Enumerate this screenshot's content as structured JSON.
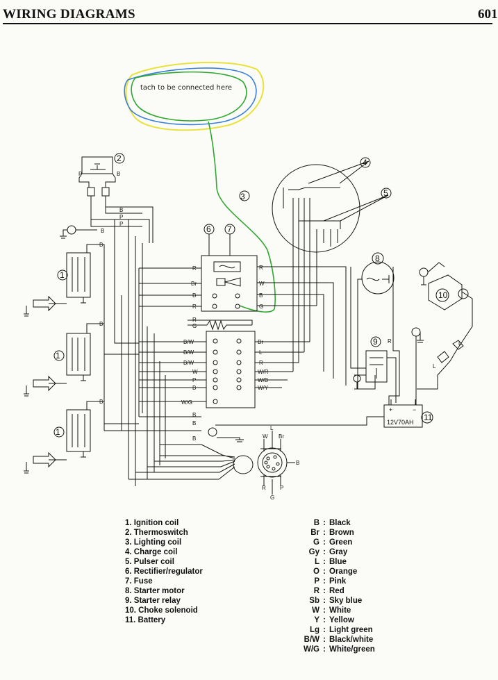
{
  "header": {
    "title": "WIRING DIAGRAMS",
    "page_number": "601"
  },
  "annotation": {
    "note": "tach to be connected here"
  },
  "diagram": {
    "callouts": [
      "1",
      "2",
      "3",
      "4",
      "5",
      "6",
      "7",
      "8",
      "9",
      "10",
      "11"
    ],
    "battery_label": "12V70AH",
    "battery_plus": "+",
    "battery_minus": "−",
    "wire_labels": {
      "rectifier_left": [
        "R",
        "Br",
        "B",
        "R"
      ],
      "rectifier_right": [
        "R",
        "W",
        "B",
        "G"
      ],
      "left_wires": [
        "R",
        "G"
      ],
      "connector_left": [
        "B/W",
        "B/W",
        "B/W",
        "W",
        "P",
        "B",
        "W/G"
      ],
      "connector_right": [
        "Br",
        "L",
        "R",
        "W/R",
        "W/B",
        "W/Y"
      ],
      "thermo": [
        "P",
        "B"
      ],
      "top_bus": [
        "B",
        "P",
        "P",
        "B"
      ],
      "coil_b": [
        "B",
        "B",
        "B"
      ],
      "relay": [
        "R"
      ],
      "plug_top": [
        "L",
        "W",
        "Br"
      ],
      "plug_side": [
        "B"
      ],
      "plug_bottom": [
        "R",
        "P",
        "G"
      ],
      "choke": [
        "L",
        "L"
      ],
      "lower_b": [
        "B",
        "B",
        "B"
      ]
    }
  },
  "legend": {
    "components": [
      "1. Ignition coil",
      "2. Thermoswitch",
      "3. Lighting coil",
      "4. Charge coil",
      "5. Pulser coil",
      "6. Rectifier/regulator",
      "7. Fuse",
      "8. Starter motor",
      "9. Starter relay",
      "10. Choke solenoid",
      "11. Battery"
    ],
    "colors": [
      {
        "code": "B",
        "name": "Black"
      },
      {
        "code": "Br",
        "name": "Brown"
      },
      {
        "code": "G",
        "name": "Green"
      },
      {
        "code": "Gy",
        "name": "Gray"
      },
      {
        "code": "L",
        "name": "Blue"
      },
      {
        "code": "O",
        "name": "Orange"
      },
      {
        "code": "P",
        "name": "Pink"
      },
      {
        "code": "R",
        "name": "Red"
      },
      {
        "code": "Sb",
        "name": "Sky blue"
      },
      {
        "code": "W",
        "name": "White"
      },
      {
        "code": "Y",
        "name": "Yellow"
      },
      {
        "code": "Lg",
        "name": "Light green"
      },
      {
        "code": "B/W",
        "name": "Black/white"
      },
      {
        "code": "W/G",
        "name": "White/green"
      }
    ]
  },
  "colors": {
    "ink": "#111111",
    "paper": "#fbfbf8",
    "yellow_marker": "#e8e23a",
    "blue_marker": "#3a7fd6",
    "green_marker": "#2fa82f"
  }
}
